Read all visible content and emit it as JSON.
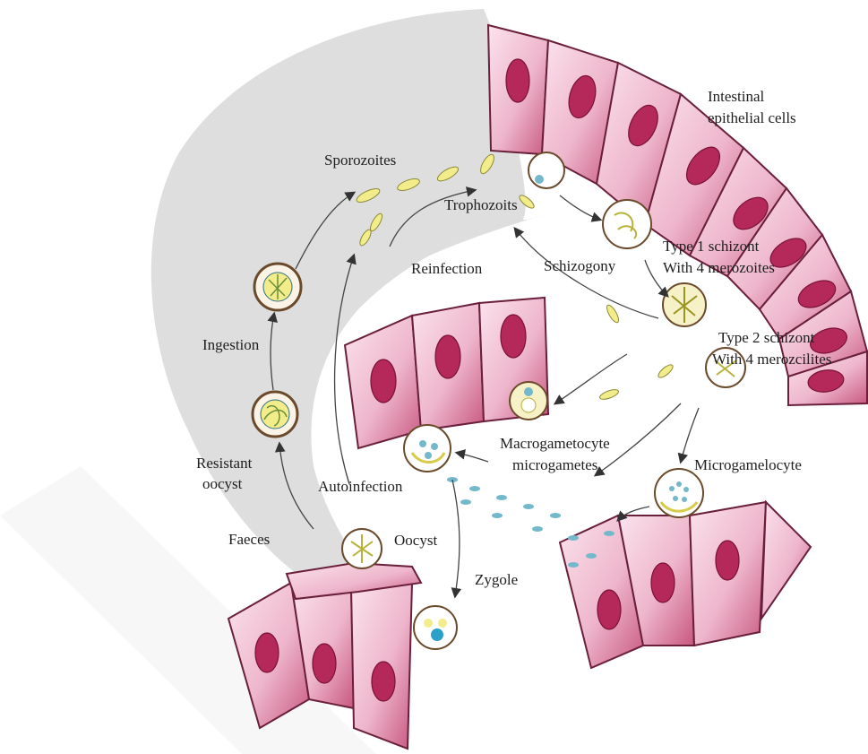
{
  "diagram": {
    "labels": {
      "intestinal_epithelial_line1": "Intestinal",
      "intestinal_epithelial_line2": "epithelial cells",
      "sporozoites": "Sporozoites",
      "trophozoits": "Trophozoits",
      "reinfection": "Reinfection",
      "schizogony": "Schizogony",
      "type1_line1": "Type 1 schizont",
      "type1_line2": "With 4 merozoites",
      "type2_line1": "Type 2 schizont",
      "type2_line2": "With 4 merozcilites",
      "ingestion": "Ingestion",
      "resistant_line1": "Resistant",
      "resistant_line2": "oocyst",
      "macrogametocyte": "Macrogametocyte",
      "microgametes": "microgametes",
      "autoinfection": "Autoinfection",
      "microgamelocyte": "Microgamelocyte",
      "faeces": "Faeces",
      "oocyst": "Oocyst",
      "zygole": "Zygole"
    },
    "colors": {
      "lumen": "#dedede",
      "cell_fill": "#f2c7d8",
      "cell_stroke": "#6a1f3a",
      "nucleus": "#b4285a",
      "parasite_yellow": "#f3ec8a",
      "gamete_blue": "#74b8cc"
    }
  }
}
